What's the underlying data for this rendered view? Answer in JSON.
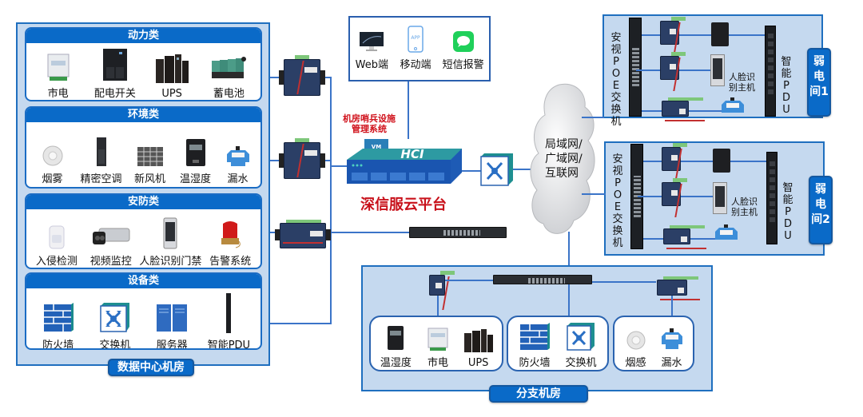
{
  "datacenter": {
    "badge": "数据中心机房",
    "categories": [
      {
        "title": "动力类",
        "items": [
          {
            "label": "市电",
            "icon": "power-meter-icon"
          },
          {
            "label": "配电开关",
            "icon": "distribution-cabinet-icon"
          },
          {
            "label": "UPS",
            "icon": "ups-icon"
          },
          {
            "label": "蓄电池",
            "icon": "battery-icon"
          }
        ]
      },
      {
        "title": "环境类",
        "items": [
          {
            "label": "烟雾",
            "icon": "smoke-detector-icon"
          },
          {
            "label": "精密空调",
            "icon": "precision-ac-icon"
          },
          {
            "label": "新风机",
            "icon": "fresh-air-icon"
          },
          {
            "label": "温湿度",
            "icon": "temp-humidity-icon"
          },
          {
            "label": "漏水",
            "icon": "water-leak-icon"
          }
        ]
      },
      {
        "title": "安防类",
        "items": [
          {
            "label": "入侵检测",
            "icon": "intrusion-sensor-icon"
          },
          {
            "label": "视频监控",
            "icon": "camera-icon"
          },
          {
            "label": "人脸识别门禁",
            "icon": "face-terminal-icon"
          },
          {
            "label": "告警系统",
            "icon": "alarm-light-icon"
          }
        ]
      },
      {
        "title": "设备类",
        "items": [
          {
            "label": "防火墙",
            "icon": "firewall-icon"
          },
          {
            "label": "交换机",
            "icon": "switch-icon"
          },
          {
            "label": "服务器",
            "icon": "server-icon"
          },
          {
            "label": "智能PDU",
            "icon": "pdu-icon"
          }
        ]
      }
    ]
  },
  "clients": {
    "items": [
      {
        "label": "Web端",
        "icon": "monitor-icon"
      },
      {
        "label": "移动端",
        "icon": "mobile-app-icon",
        "glyph": "APP"
      },
      {
        "label": "短信报警",
        "icon": "sms-icon"
      }
    ]
  },
  "platform": {
    "system_name_line1": "机房哨兵设施",
    "system_name_line2": "管理系统",
    "vm_label": "VM",
    "hci_label": "HCI",
    "name": "深信服云平台"
  },
  "network": {
    "cloud_label": "局域网/广域网/互联网"
  },
  "weak_rooms": [
    {
      "badge": "弱电间1",
      "switch_label": "安视POE交换机",
      "face_label": "人脸识别主机",
      "pdu_label": "智能PDU"
    },
    {
      "badge": "弱电间2",
      "switch_label": "安视POE交换机",
      "face_label": "人脸识别主机",
      "pdu_label": "智能PDU"
    }
  ],
  "branch": {
    "badge": "分支机房",
    "groups": [
      {
        "items": [
          {
            "label": "温湿度",
            "icon": "temp-humidity-icon"
          },
          {
            "label": "市电",
            "icon": "power-meter-icon"
          },
          {
            "label": "UPS",
            "icon": "ups-icon"
          }
        ]
      },
      {
        "items": [
          {
            "label": "防火墙",
            "icon": "firewall-icon"
          },
          {
            "label": "交换机",
            "icon": "switch-icon"
          }
        ]
      },
      {
        "items": [
          {
            "label": "烟感",
            "icon": "smoke-detector-icon"
          },
          {
            "label": "漏水",
            "icon": "water-leak-icon"
          }
        ]
      }
    ]
  },
  "colors": {
    "accent_blue": "#0a6ac8",
    "panel_fill": "#c5d9ef",
    "line_blue": "#3b74c8",
    "platform_red": "#c8101a"
  }
}
